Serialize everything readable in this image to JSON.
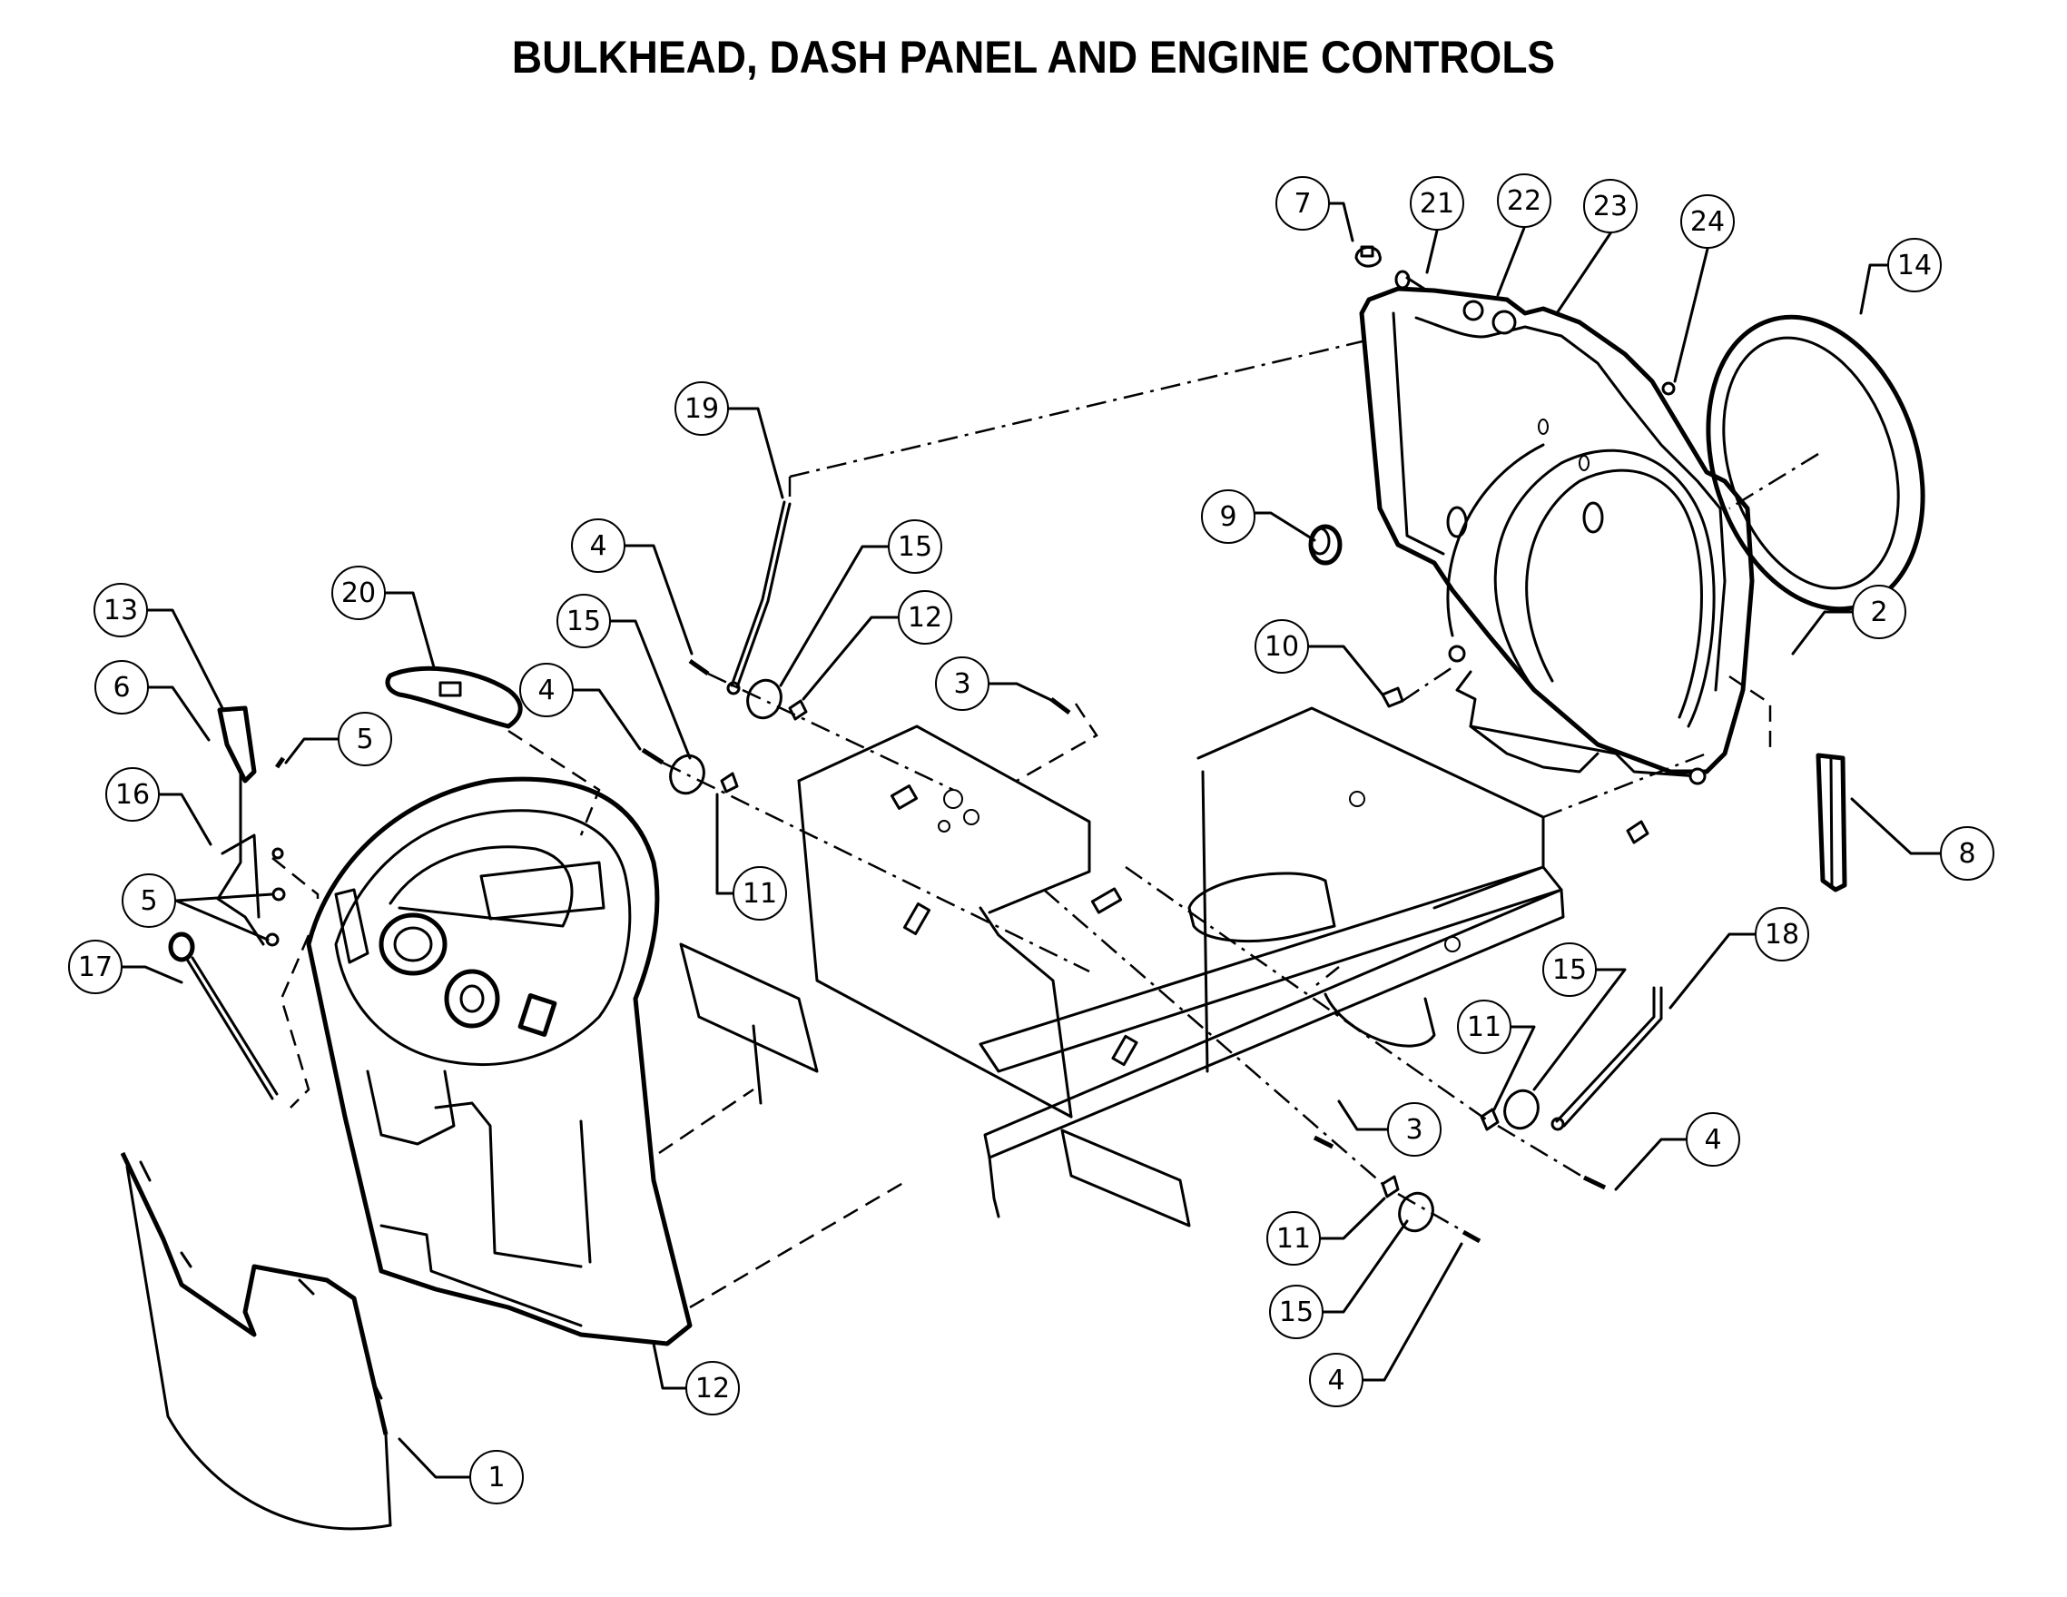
{
  "title": "BULKHEAD, DASH PANEL AND ENGINE CONTROLS",
  "callouts": [
    {
      "id": "c7",
      "label": "7",
      "part": "cap"
    },
    {
      "id": "c21",
      "label": "21",
      "part": "bolt"
    },
    {
      "id": "c22",
      "label": "22",
      "part": "bushing"
    },
    {
      "id": "c23",
      "label": "23",
      "part": "bracket"
    },
    {
      "id": "c24",
      "label": "24",
      "part": "nut"
    },
    {
      "id": "c14",
      "label": "14",
      "part": "seal-ring"
    },
    {
      "id": "c19",
      "label": "19",
      "part": "control-rod"
    },
    {
      "id": "c9",
      "label": "9",
      "part": "grommet"
    },
    {
      "id": "c4a",
      "label": "4",
      "part": "screw"
    },
    {
      "id": "c15a",
      "label": "15",
      "part": "washer"
    },
    {
      "id": "c20",
      "label": "20",
      "part": "indicator-panel"
    },
    {
      "id": "c13",
      "label": "13",
      "part": "lever-knob"
    },
    {
      "id": "c15b",
      "label": "15",
      "part": "washer"
    },
    {
      "id": "c12a",
      "label": "12",
      "part": "clip"
    },
    {
      "id": "c2",
      "label": "2",
      "part": "bulkhead"
    },
    {
      "id": "c10",
      "label": "10",
      "part": "clip"
    },
    {
      "id": "c6",
      "label": "6",
      "part": "pin"
    },
    {
      "id": "c3a",
      "label": "3",
      "part": "bolt"
    },
    {
      "id": "c4b",
      "label": "4",
      "part": "screw"
    },
    {
      "id": "c5a",
      "label": "5",
      "part": "screw"
    },
    {
      "id": "c16",
      "label": "16",
      "part": "lever-bracket"
    },
    {
      "id": "c8",
      "label": "8",
      "part": "trim-strip"
    },
    {
      "id": "c11a",
      "label": "11",
      "part": "clip"
    },
    {
      "id": "c5b",
      "label": "5",
      "part": "screw"
    },
    {
      "id": "c18",
      "label": "18",
      "part": "control-rod"
    },
    {
      "id": "c15c",
      "label": "15",
      "part": "washer"
    },
    {
      "id": "c17",
      "label": "17",
      "part": "choke-knob"
    },
    {
      "id": "c11b",
      "label": "11",
      "part": "clip"
    },
    {
      "id": "c3b",
      "label": "3",
      "part": "bolt"
    },
    {
      "id": "c4c",
      "label": "4",
      "part": "screw"
    },
    {
      "id": "c11c",
      "label": "11",
      "part": "clip"
    },
    {
      "id": "c15d",
      "label": "15",
      "part": "washer"
    },
    {
      "id": "c12b",
      "label": "12",
      "part": "dash-panel"
    },
    {
      "id": "c4d",
      "label": "4",
      "part": "screw"
    },
    {
      "id": "c1",
      "label": "1",
      "part": "lower-cover"
    }
  ]
}
